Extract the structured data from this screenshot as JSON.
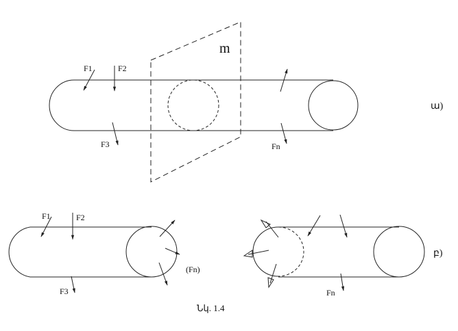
{
  "figure": {
    "caption": "Նկ. 1.4",
    "plane_label": "m",
    "top_diagram": {
      "side_label": "ա)",
      "force_labels": {
        "f1": "F1",
        "f2": "F2",
        "f3": "F3",
        "fn": "Fn"
      }
    },
    "bottom_diagram": {
      "side_label": "բ)",
      "force_labels": {
        "f1": "F1",
        "f2": "F2",
        "f3": "F3",
        "fn": "Fn",
        "fn_paren": "(Fn)"
      }
    }
  }
}
